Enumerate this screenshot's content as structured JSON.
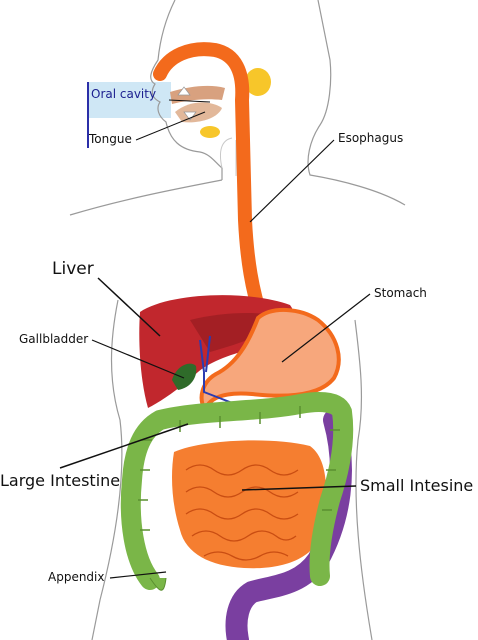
{
  "labels": {
    "oral_cavity": "Oral cavity",
    "tongue": "Tongue",
    "esophagus": "Esophagus",
    "liver": "Liver",
    "stomach": "Stomach",
    "gallbladder": "Gallbladder",
    "large_intestine": "Large Intestine",
    "small_intestine": "Small Intesine",
    "appendix": "Appendix"
  },
  "colors": {
    "esophagus": "#f36a1c",
    "stomach": "#f7a77c",
    "liver": "#c1272d",
    "gallbladder": "#2f6b2a",
    "large_intestine": "#7ab648",
    "small_intestine": "#f57e30",
    "rectum": "#7a3fa0",
    "salivary": "#f7c62a",
    "oral_box": "#cfe7f5",
    "outline": "#9a9a9a",
    "label_line": "#111111"
  }
}
